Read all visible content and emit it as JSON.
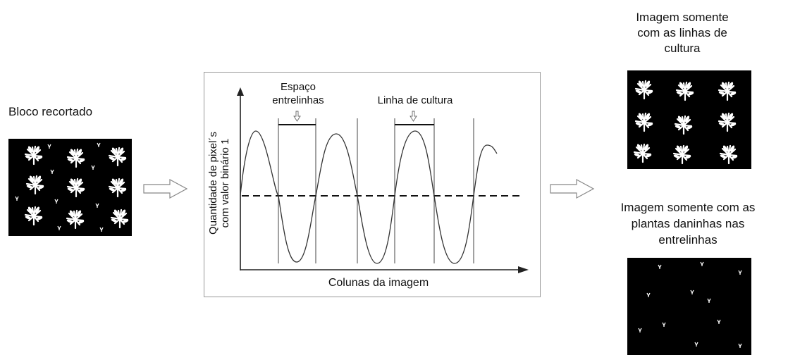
{
  "left": {
    "title": "Bloco recortado"
  },
  "graph": {
    "y_label_line1": "Quantidade de pixel´s",
    "y_label_line2": "com valor binário 1",
    "x_label": "Colunas da imagem",
    "annotation_space_line1": "Espaço",
    "annotation_space_line2": "entrelinhas",
    "annotation_row": "Linha de cultura"
  },
  "right": {
    "top_title_line1": "Imagem somente",
    "top_title_line2": "com as linhas de",
    "top_title_line3": "cultura",
    "bottom_title_line1": "Imagem somente com as",
    "bottom_title_line2": "plantas daninhas nas",
    "bottom_title_line3": "entrelinhas"
  },
  "colors": {
    "image_background": "#000000",
    "plant": "#ffffff",
    "line": "#222222",
    "frame": "#999999"
  }
}
